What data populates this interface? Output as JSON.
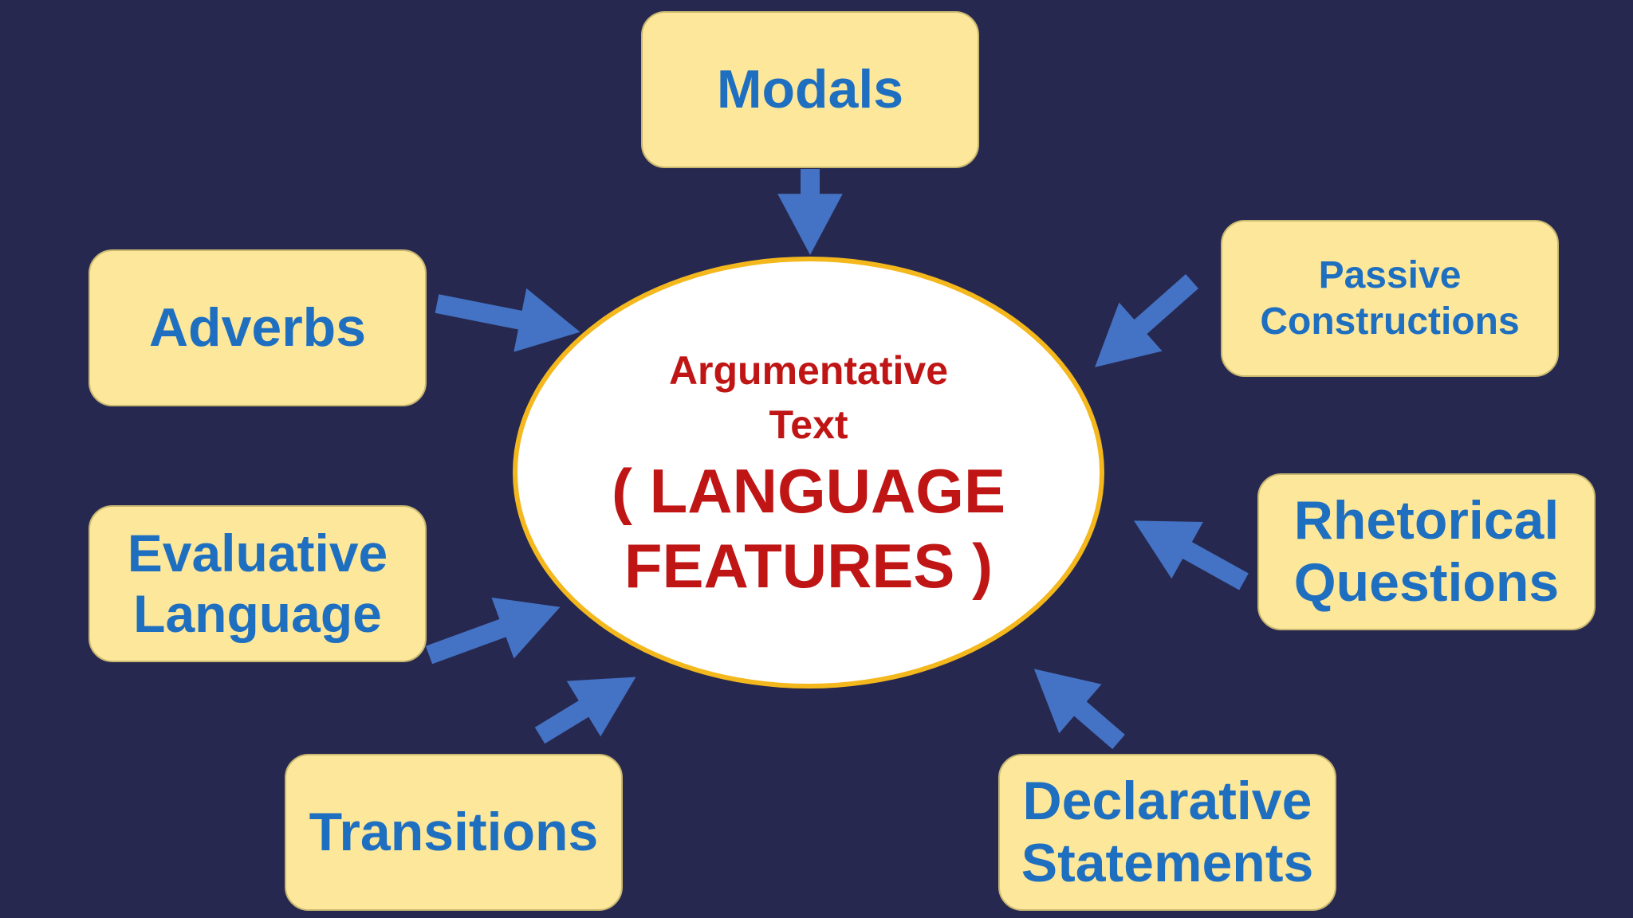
{
  "diagram": {
    "center": {
      "title_line1": "Argumentative",
      "title_line2": "Text",
      "subtitle_line1": "( LANGUAGE",
      "subtitle_line2": "FEATURES )"
    },
    "features": {
      "modals": {
        "line1": "Modals"
      },
      "passive": {
        "line1": "Passive",
        "line2": "Constructions"
      },
      "adverbs": {
        "line1": "Adverbs"
      },
      "rhetorical": {
        "line1": "Rhetorical",
        "line2": "Questions"
      },
      "evaluative": {
        "line1": "Evaluative",
        "line2": "Language"
      },
      "transitions": {
        "line1": "Transitions"
      },
      "declarative": {
        "line1": "Declarative",
        "line2": "Statements"
      }
    }
  },
  "colors": {
    "background": "#26284f",
    "box_fill": "#fde79b",
    "box_text": "#1f6fc1",
    "center_text": "#c01515",
    "center_border": "#f4b81d",
    "arrow": "#4472c4"
  }
}
